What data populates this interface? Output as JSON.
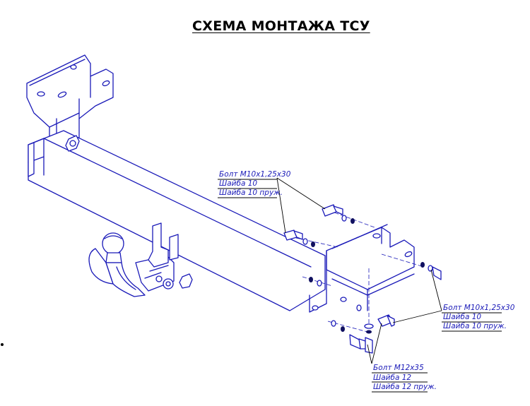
{
  "title": "СХЕМА МОНТАЖА ТСУ",
  "callouts": {
    "top": {
      "line1": "Болт М10х1,25х30",
      "line2": "Шайба 10",
      "line3": "Шайба 10 пруж."
    },
    "right": {
      "line1": "Болт М10х1,25х30",
      "line2": "Шайба 10",
      "line3": "Шайба 10 пруж."
    },
    "bottom": {
      "line1": "Болт М12х35",
      "line2": "Шайба 12",
      "line3": "Шайба 12 пруж."
    }
  },
  "colors": {
    "drawing": "#1a1ab8",
    "title": "#000000"
  }
}
